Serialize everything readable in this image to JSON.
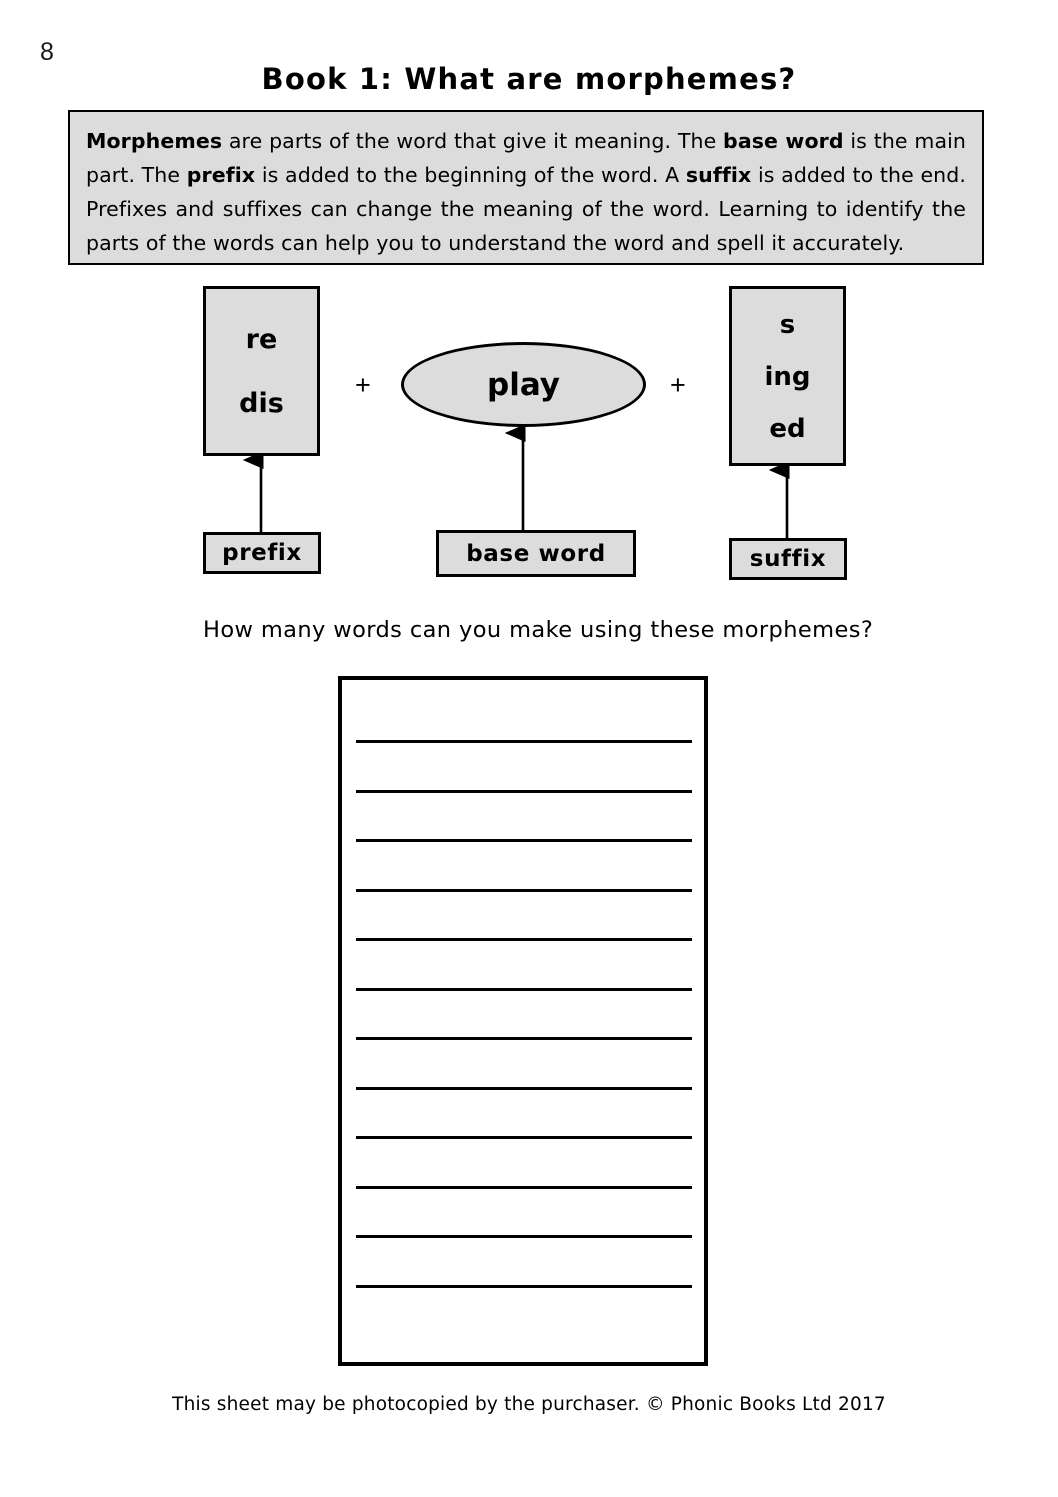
{
  "page": {
    "number": "8",
    "title": "Book 1: What are morphemes?"
  },
  "intro": {
    "segments": [
      {
        "text": "Morphemes",
        "bold": true
      },
      {
        "text": " are parts of the word that give it meaning.  The ",
        "bold": false
      },
      {
        "text": "base word",
        "bold": true
      },
      {
        "text": " is the main part.  The ",
        "bold": false
      },
      {
        "text": "prefix",
        "bold": true
      },
      {
        "text": " is added to the beginning of the word.  A ",
        "bold": false
      },
      {
        "text": "suffix",
        "bold": true
      },
      {
        "text": " is added to the end.  Prefixes and suffixes can change the meaning of the word.  Learning to identify the parts of the words can help you to understand the word and spell it accurately.",
        "bold": false
      }
    ]
  },
  "diagram": {
    "prefix": {
      "items": [
        "re",
        "dis"
      ],
      "label": "prefix"
    },
    "base": {
      "word": "play",
      "label": "base word"
    },
    "suffix": {
      "items": [
        "s",
        "ing",
        "ed"
      ],
      "label": "suffix"
    },
    "operators": [
      "+",
      "+"
    ]
  },
  "question": {
    "text": "How many words can you make using these morphemes?"
  },
  "answer_area": {
    "line_count": 12
  },
  "footer": {
    "text": "This sheet may be photocopied by the purchaser.  © Phonic Books Ltd 2017"
  },
  "colors": {
    "box_fill": "#dcdcdc",
    "stroke": "#000000",
    "page_bg": "#ffffff"
  }
}
